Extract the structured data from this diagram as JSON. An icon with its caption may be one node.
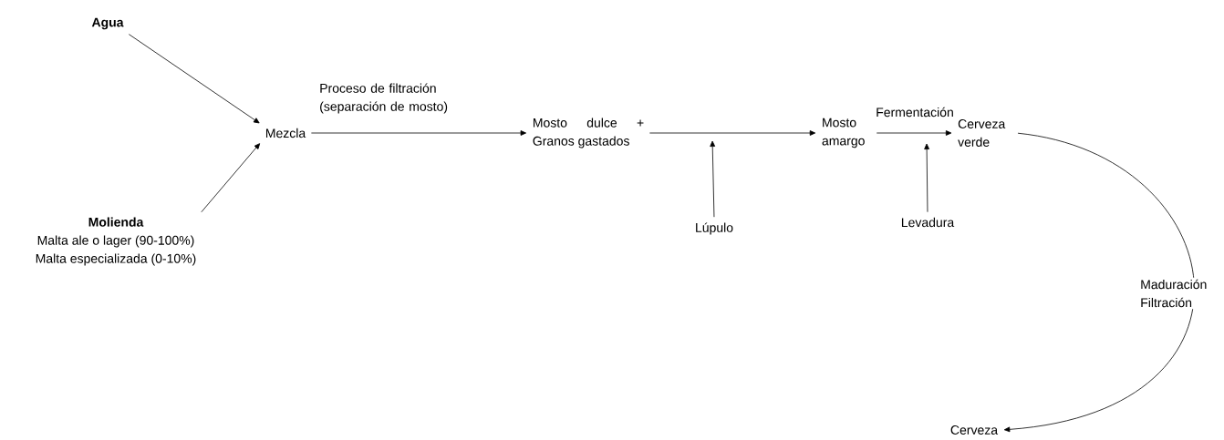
{
  "diagram": {
    "nodes": [
      {
        "text": [
          "Agua"
        ]
      },
      {
        "text": [
          "Molienda",
          "Malta ale o lager (90-100%)",
          "Malta especializada (0-10%)"
        ]
      },
      {
        "text": [
          "Mezcla"
        ]
      },
      {
        "text": [
          "Mosto dulce + Granos gastados"
        ]
      },
      {
        "text": [
          "Mosto amargo"
        ]
      },
      {
        "text": [
          "Cerveza verde"
        ]
      },
      {
        "text": [
          "Cerveza"
        ]
      },
      {
        "text": [
          "Lúpulo"
        ]
      },
      {
        "text": [
          "Levadura"
        ]
      }
    ],
    "edges": [
      {
        "from": 0,
        "to": 2,
        "arrow": "to"
      },
      {
        "from": 1,
        "to": 2,
        "arrow": "to"
      },
      {
        "from": 2,
        "to": 3,
        "arrow": "to",
        "label": "Proceso de filtración (separación de mosto)"
      },
      {
        "from": 3,
        "to": 4,
        "arrow": "to"
      },
      {
        "from": 4,
        "to": 5,
        "arrow": "to",
        "label": "Fermentación"
      },
      {
        "from": 5,
        "to": 6,
        "arrow": "to",
        "label": "Maduración Filtración"
      },
      {
        "from": 7,
        "to": null,
        "arrow": "to"
      },
      {
        "from": 8,
        "to": null,
        "arrow": "to"
      }
    ]
  }
}
